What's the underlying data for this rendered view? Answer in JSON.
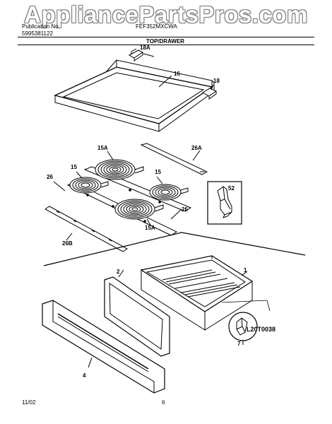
{
  "watermark": "AppliancePartsPros.com",
  "header": {
    "publication_label": "Publication No.",
    "publication_number": "5995381122",
    "model": "FEF352MXCWA",
    "section_title": "TOP/DRAWER"
  },
  "callouts": {
    "c18a": "18A",
    "c16": "16",
    "c18": "18",
    "c15a_top": "15A",
    "c26a": "26A",
    "c15_left": "15",
    "c15_right": "15",
    "c26_left": "26",
    "c52": "52",
    "c26_right": "26",
    "c15a_bottom": "15A",
    "c26b": "26B",
    "c2": "2",
    "c1": "1",
    "c4": "4",
    "c7": "7"
  },
  "footer": {
    "date": "11/02",
    "page": "6",
    "drawing_code": "L20T0038"
  }
}
